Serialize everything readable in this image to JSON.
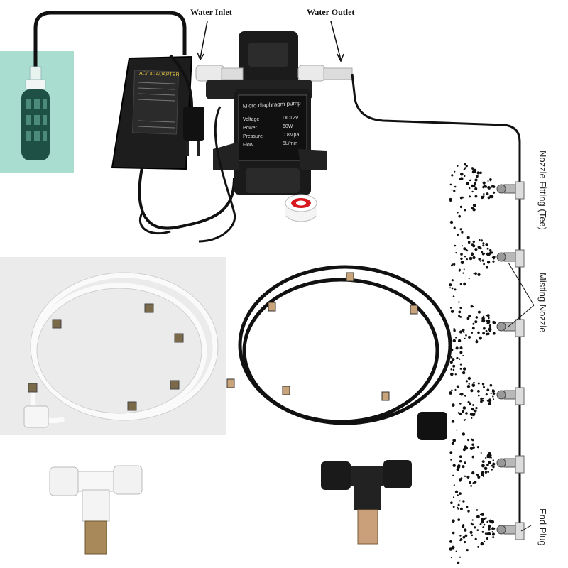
{
  "labels": {
    "water_inlet": "Water Inlet",
    "water_outlet": "Water Outlet",
    "nozzle_fitting": "Nozzle Fitting (Tee)",
    "misting_nozzle": "Misting Nozzle",
    "end_plug": "End Plug"
  },
  "adapter": {
    "title": "AC/DC ADAPTER"
  },
  "pump": {
    "name": "Micro diaphragm pump",
    "specs": [
      {
        "key": "Voltage",
        "value": "DC12V"
      },
      {
        "key": "Power",
        "value": "60W"
      },
      {
        "key": "Pressure",
        "value": "0.8Mpa"
      },
      {
        "key": "Flow",
        "value": "5L/min"
      }
    ]
  },
  "colors": {
    "background": "#ffffff",
    "tube_black": "#111111",
    "tube_white": "#f2f2f2",
    "filter_panel": "#a8ddd0",
    "brass": "#a88a5a"
  }
}
